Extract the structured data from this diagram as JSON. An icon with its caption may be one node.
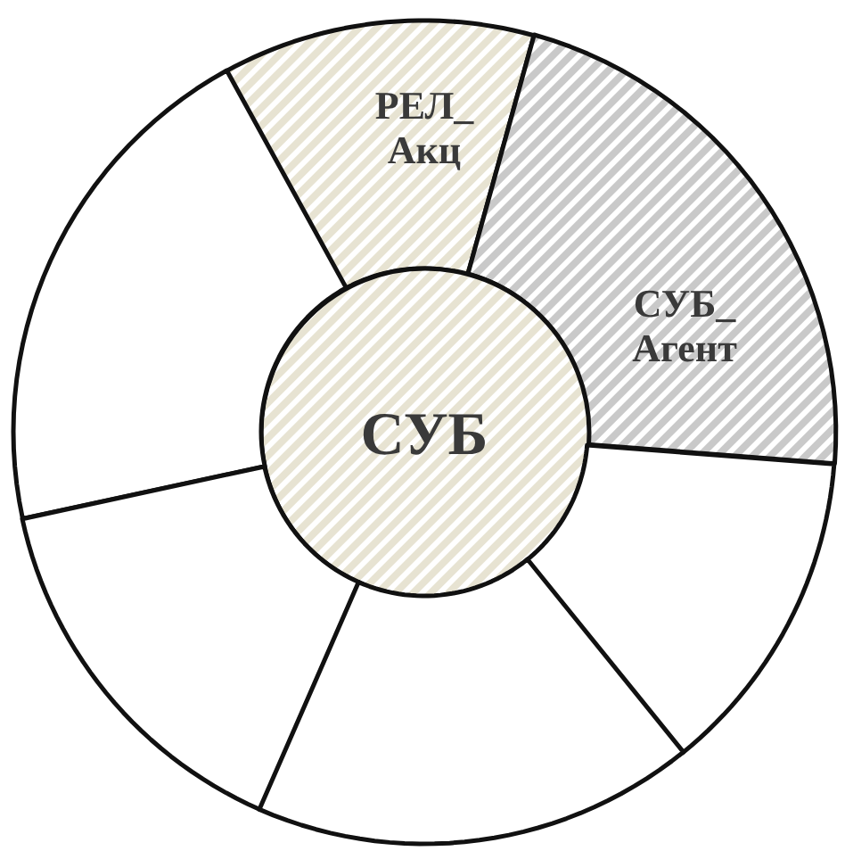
{
  "diagram": {
    "nodes": [
      {
        "text": [
          "РЕЛ_ Акц"
        ]
      },
      {
        "text": [
          "СУБ_ Агент"
        ]
      },
      {
        "text": [
          "СУБ"
        ]
      },
      {
        "text": [],
        "shape": "sector"
      },
      {
        "text": [],
        "shape": "sector"
      },
      {
        "text": [],
        "shape": "sector"
      },
      {
        "text": [],
        "shape": "sector"
      }
    ]
  }
}
